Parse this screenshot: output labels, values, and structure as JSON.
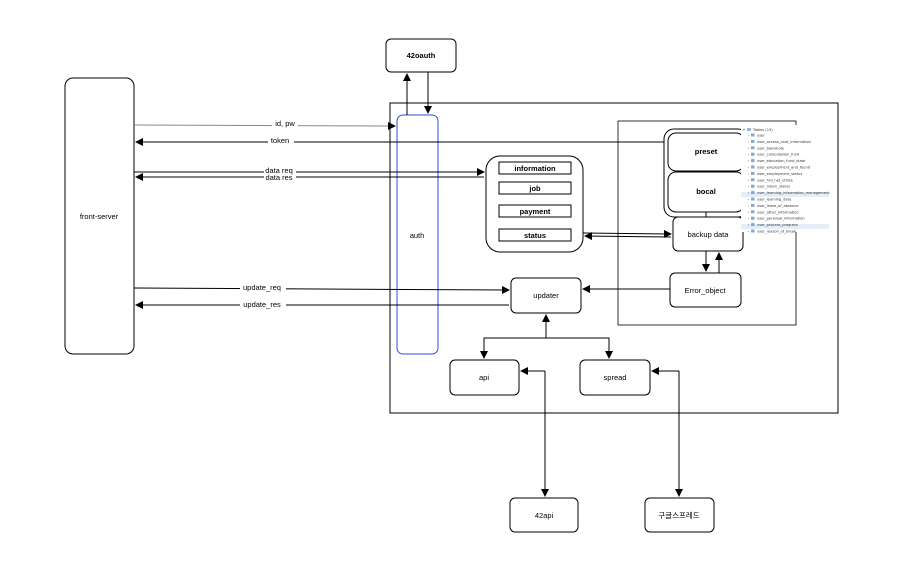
{
  "nodes": {
    "oauth42": "42oauth",
    "front_server": "front-server",
    "auth": "auth",
    "information": "information",
    "job": "job",
    "payment": "payment",
    "status": "status",
    "preset": "preset",
    "bocal": "bocal",
    "backup_data": "backup data",
    "error_object": "Error_object",
    "updater": "updater",
    "api": "api",
    "spread": "spread",
    "api42": "42api",
    "google_spread": "구글스프레드"
  },
  "edges": {
    "id_pw": "id, pw",
    "token": "token",
    "data_req": "data req",
    "data_res": "data res",
    "update_req": "update_req",
    "update_res": "update_res"
  },
  "tables_panel": {
    "header": "Tables (15)",
    "items": [
      "user",
      "user_access_card_information",
      "user_blackhole",
      "user_computation_fund",
      "user_education_fund_state",
      "user_employment_and_found",
      "user_employment_status",
      "user_hrd_net_utilize",
      "user_intern_status",
      "user_learning_information_management",
      "user_learning_data",
      "user_leave_of_absence",
      "user_other_information",
      "user_personal_information",
      "user_process_progress",
      "user_reason_of_break"
    ]
  }
}
